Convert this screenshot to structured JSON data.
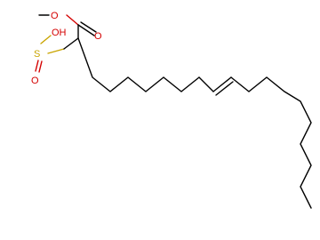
{
  "molecule": {
    "atom_labels": {
      "ester_carbonyl_o": "O",
      "ester_ether_o": "O",
      "sulfonyl_s": "S",
      "sulfonyl_o": "O",
      "hydroxyl": "OH"
    },
    "colors": {
      "bond": "#000000",
      "oxygen": "#d40000",
      "sulfur": "#c9a400"
    }
  }
}
